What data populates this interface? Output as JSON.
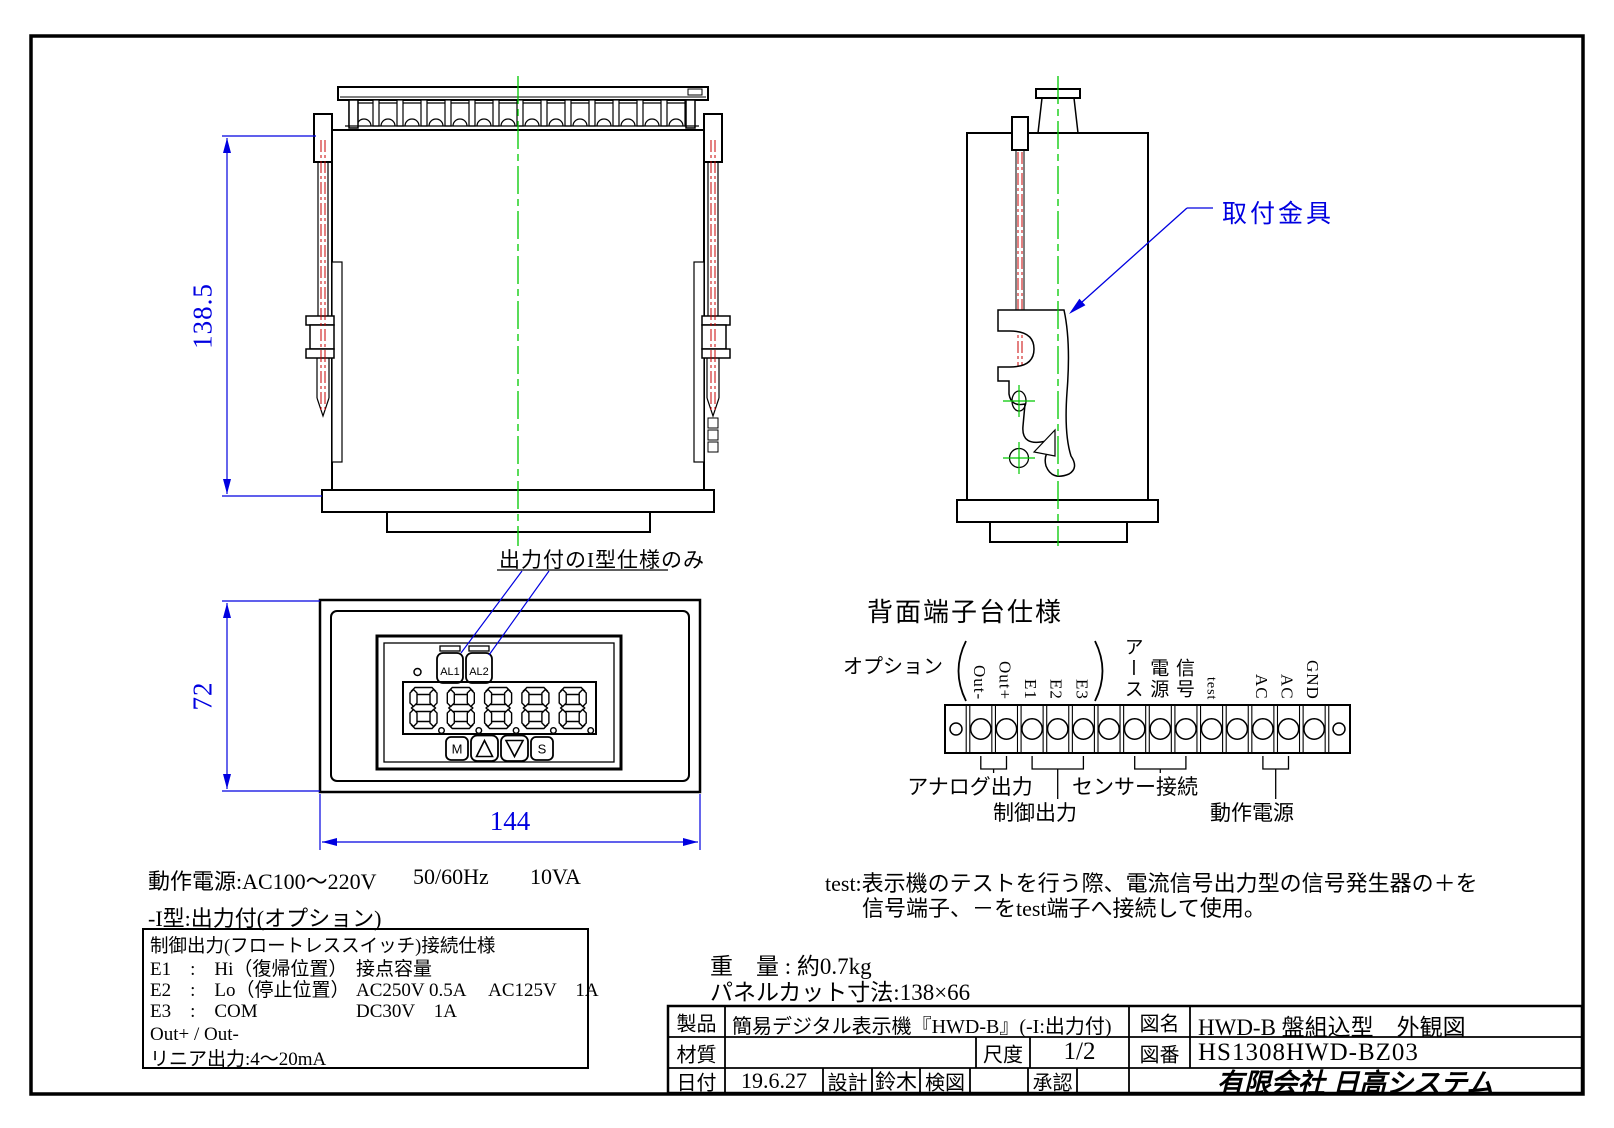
{
  "colors": {
    "line": "#000000",
    "dim_blue": "#0000e0",
    "center_green": "#00c800",
    "screw_red": "#c80000"
  },
  "drawing": {
    "views": {
      "rear": {
        "dim_height": "138.5"
      },
      "side": {
        "bracket_label": "取付金具"
      },
      "front": {
        "dim_height": "72",
        "dim_width": "144",
        "annotation": "出力付のI型仕様のみ",
        "indicators": [
          "AL1",
          "AL2"
        ],
        "display_value": "8.8.8.8.8.",
        "buttons": {
          "m": "M",
          "s": "S",
          "up_icon": "triangle-up-icon",
          "down_icon": "triangle-down-icon"
        }
      }
    },
    "terminal_block": {
      "title": "背面端子台仕様",
      "option_label": "オプション",
      "labels": [
        "Out-",
        "Out+",
        "E1",
        "E2",
        "E3",
        "",
        "アース",
        "電源",
        "信号",
        "test",
        "",
        "AC",
        "AC",
        "GND"
      ],
      "groups": [
        {
          "label": "アナログ出力"
        },
        {
          "label": "制御出力"
        },
        {
          "label": "センサー接続"
        },
        {
          "label": "動作電源"
        }
      ]
    },
    "notes": {
      "power_1": "動作電源:AC100～220V",
      "power_2": "50/60Hz",
      "power_3": "10VA",
      "type_option": "-I型:出力付(オプション)",
      "control_box": {
        "title": "制御出力(フロートレススイッチ)接続仕様",
        "rows": [
          [
            "E1　:　Hi（復帰位置）",
            "接点容量"
          ],
          [
            "E2　:　Lo（停止位置）",
            "AC250V 0.5A　 AC125V　1A"
          ],
          [
            "E3　:　COM",
            "DC30V　1A"
          ]
        ],
        "out_line": "Out+ / Out-",
        "linear_line": "リニア出力:4～20mA"
      },
      "test_note_1": "test:表示機のテストを行う際、電流信号出力型の信号発生器の＋を",
      "test_note_2": "信号端子、－をtest端子へ接続して使用。",
      "weight": "重　量 : 約0.7kg",
      "panel_cut": "パネルカット寸法:138×66"
    },
    "title_block": {
      "product_label": "製品",
      "product": "簡易デジタル表示機『HWD-B』(-I:出力付)",
      "name_label": "図名",
      "name": "HWD-B 盤組込型　外観図",
      "material_label": "材質",
      "material": "",
      "scale_label": "尺度",
      "scale": "1/2",
      "number_label": "図番",
      "number": "HS1308HWD-BZ03",
      "date_label": "日付",
      "date": "19.6.27",
      "design_label": "設計",
      "designer": "鈴木",
      "check_label": "検図",
      "checker": "",
      "approve_label": "承認",
      "approver": "",
      "company": "有限会社 日高システム"
    }
  }
}
